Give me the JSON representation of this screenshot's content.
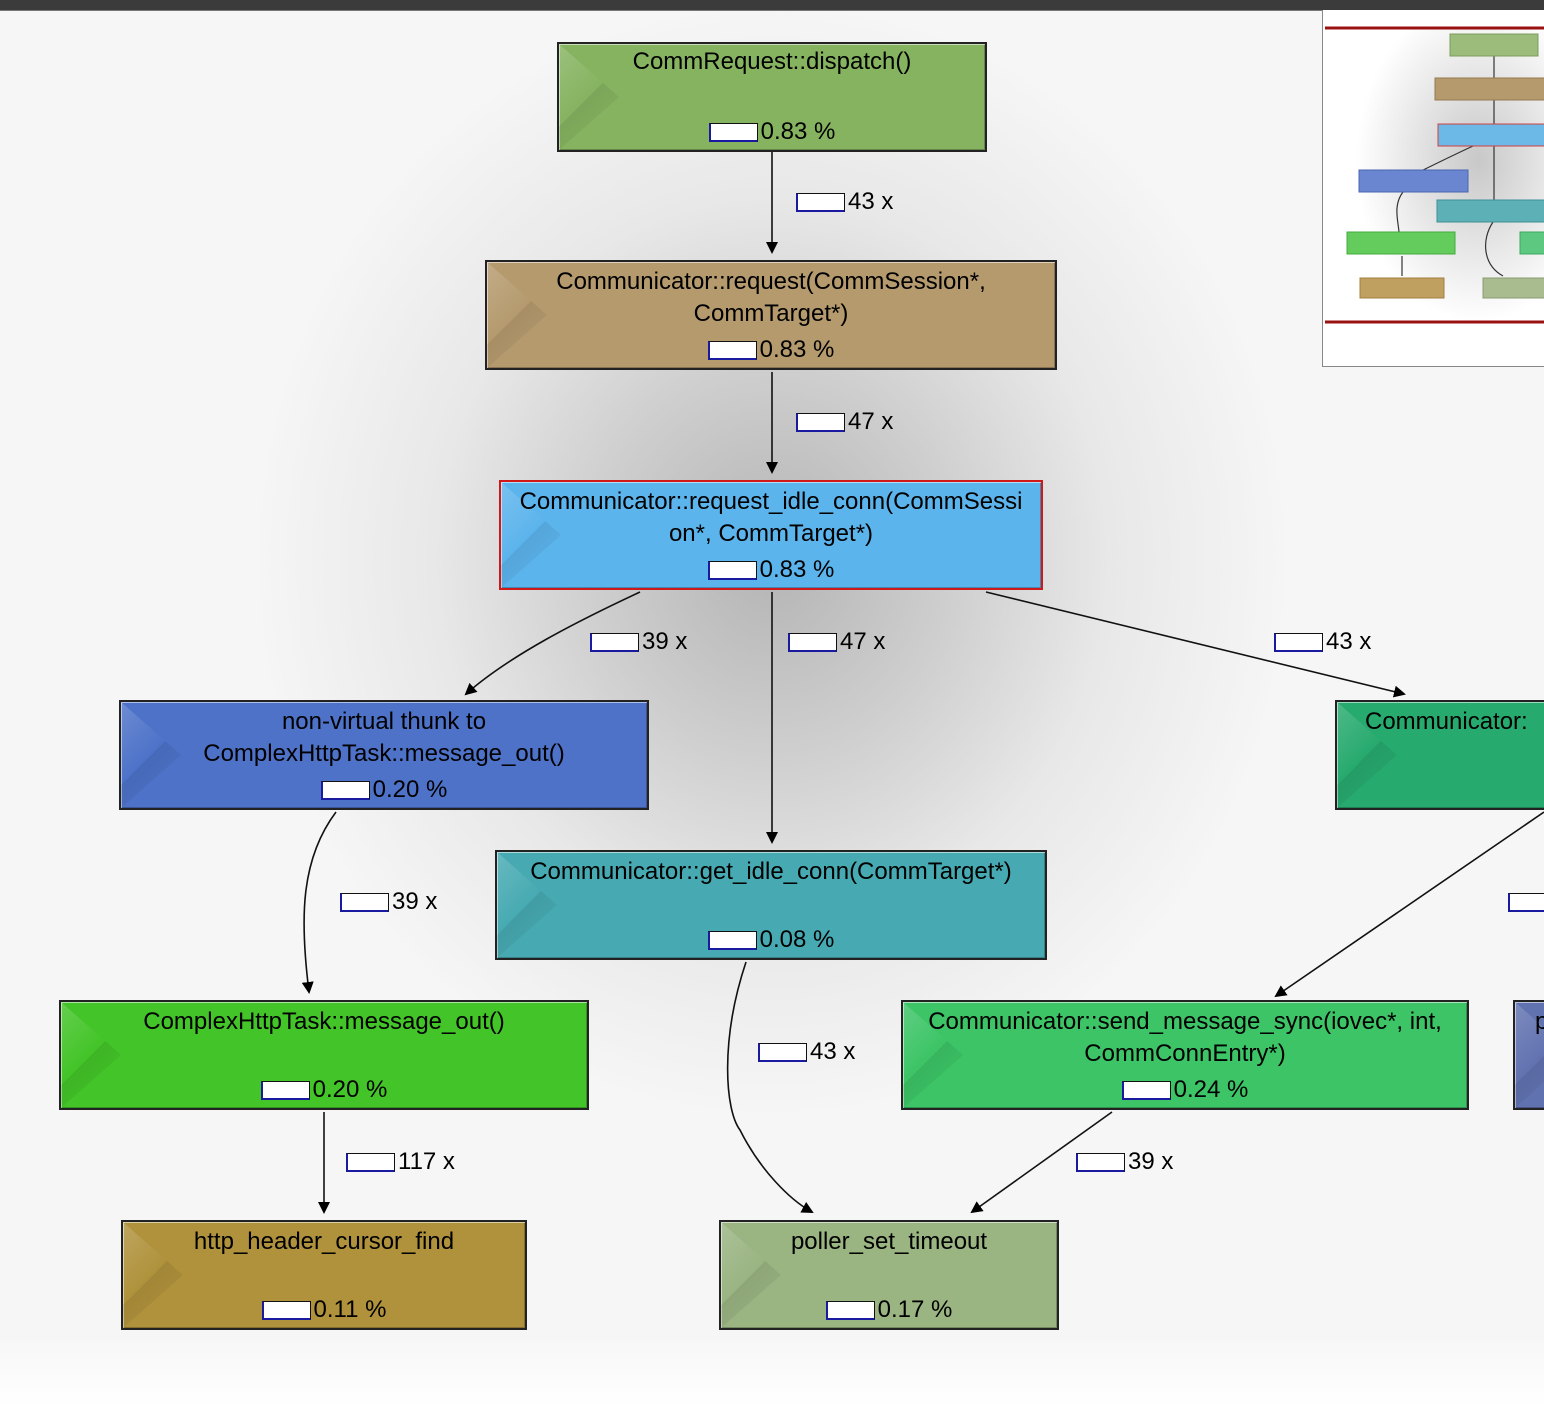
{
  "nodes": {
    "dispatch": {
      "label": "CommRequest::dispatch()",
      "pct": "0.83 %",
      "color": "#86b360"
    },
    "request": {
      "label": "Communicator::request(CommSession*, CommTarget*)",
      "pct": "0.83 %",
      "color": "#b59a6e"
    },
    "request_idle_conn": {
      "label": "Communicator::request_idle_conn(CommSession*, CommTarget*)",
      "pct": "0.83 %",
      "color": "#5cb4ec"
    },
    "thunk_message_out": {
      "label": "non-virtual thunk to ComplexHttpTask::message_out()",
      "pct": "0.20 %",
      "color": "#4d72c8"
    },
    "get_idle_conn": {
      "label": "Communicator::get_idle_conn(CommTarget*)",
      "pct": "0.08 %",
      "color": "#47aab2"
    },
    "communicator_right": {
      "label": "Communicator:",
      "pct": "",
      "color": "#27aa6e"
    },
    "message_out": {
      "label": "ComplexHttpTask::message_out()",
      "pct": "0.20 %",
      "color": "#43c428"
    },
    "send_message_sync": {
      "label": "Communicator::send_message_sync(iovec*, int, CommConnEntry*)",
      "pct": "0.24 %",
      "color": "#3cc466"
    },
    "http_header_cursor_find": {
      "label": "http_header_cursor_find",
      "pct": "0.11 %",
      "color": "#b0923c"
    },
    "poller_set_timeout": {
      "label": "poller_set_timeout",
      "pct": "0.17 %",
      "color": "#9ab482"
    },
    "partial_right": {
      "label": "p",
      "pct": "",
      "color": "#6172b0"
    }
  },
  "edges": [
    {
      "count": "43 x"
    },
    {
      "count": "47 x"
    },
    {
      "count": "39 x"
    },
    {
      "count": "47 x"
    },
    {
      "count": "43 x"
    },
    {
      "count": "39 x"
    },
    {
      "count": "43 x"
    },
    {
      "count": "117 x"
    },
    {
      "count": "39 x"
    }
  ]
}
